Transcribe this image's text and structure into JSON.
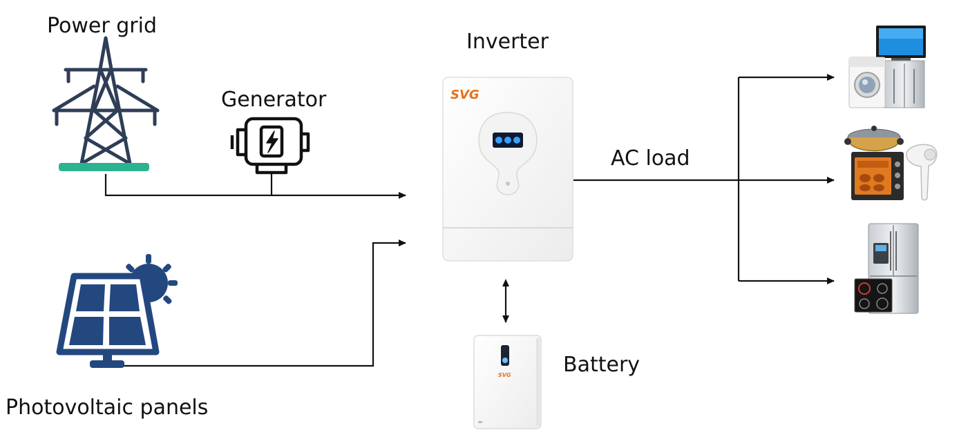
{
  "labels": {
    "power_grid": "Power grid",
    "generator": "Generator",
    "inverter": "Inverter",
    "ac_load": "AC load",
    "battery": "Battery",
    "photovoltaic": "Photovoltaic panels"
  },
  "inverter_logo": "SVG",
  "battery_logo": "SVG",
  "colors": {
    "line": "#111111",
    "icon_navy": "#2f3e57",
    "pv_blue": "#23487f",
    "grid_base": "#2bb38f",
    "brand_orange": "#e8701e"
  },
  "icons": {
    "power_grid": "transmission-tower-icon",
    "generator": "generator-icon",
    "photovoltaic": "solar-panel-icon",
    "inverter": "inverter-device",
    "battery": "battery-device",
    "loads": [
      "washer-tv-fridge-image",
      "oven-pot-hairdryer-image",
      "refrigerator-induction-cooktop-image"
    ]
  }
}
